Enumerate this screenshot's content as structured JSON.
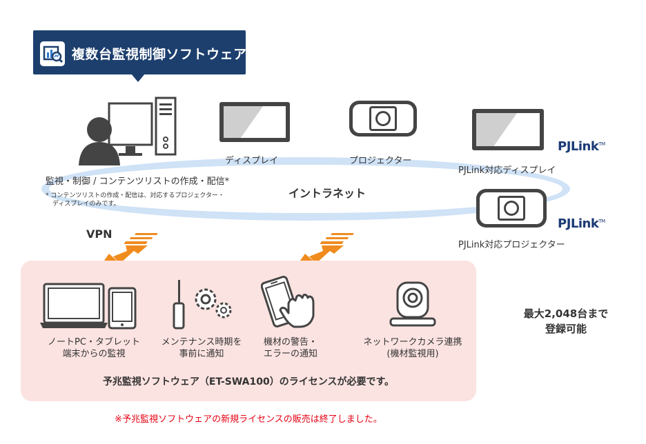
{
  "banner": {
    "title": "複数台監視制御ソフトウェア",
    "logo_icon": "monitor-chart-icon"
  },
  "controller": {
    "label": "監視・制御 / コンテンツリストの作成・配信*",
    "footnote_line1": "* コンテンツリストの作成・配信は、対応するプロジェクター・",
    "footnote_line2": "ディスプレイのみです。"
  },
  "network": {
    "label": "イントラネット",
    "vpn_label": "VPN"
  },
  "devices": {
    "display": "ディスプレイ",
    "projector": "プロジェクター",
    "pjlink_display": "PJLink対応ディスプレイ",
    "pjlink_projector": "PJLink対応プロジェクター",
    "pjlink_logo": "PJLink",
    "pjlink_tm": "TM"
  },
  "remote": {
    "pc_tablet_line1": "ノートPC・タブレット",
    "pc_tablet_line2": "端末からの監視",
    "maintenance_line1": "メンテナンス時期を",
    "maintenance_line2": "事前に通知",
    "alert_line1": "機材の警告・",
    "alert_line2": "エラーの通知",
    "camera_line1": "ネットワークカメラ連携",
    "camera_line2": "(機材監視用)",
    "license": "予兆監視ソフトウェア（ET-SWA100）のライセンスが必要です。"
  },
  "capacity": {
    "line1": "最大2,048台まで",
    "line2": "登録可能"
  },
  "notice": "※予兆監視ソフトウェアの新規ライセンスの販売は終了しました。",
  "colors": {
    "banner": "#1d3f6e",
    "ring": "#cfe2f6",
    "panel": "#fbe3e1",
    "arrow": "#f08c1e",
    "notice": "#e60012",
    "pjlink": "#1b3a75"
  }
}
